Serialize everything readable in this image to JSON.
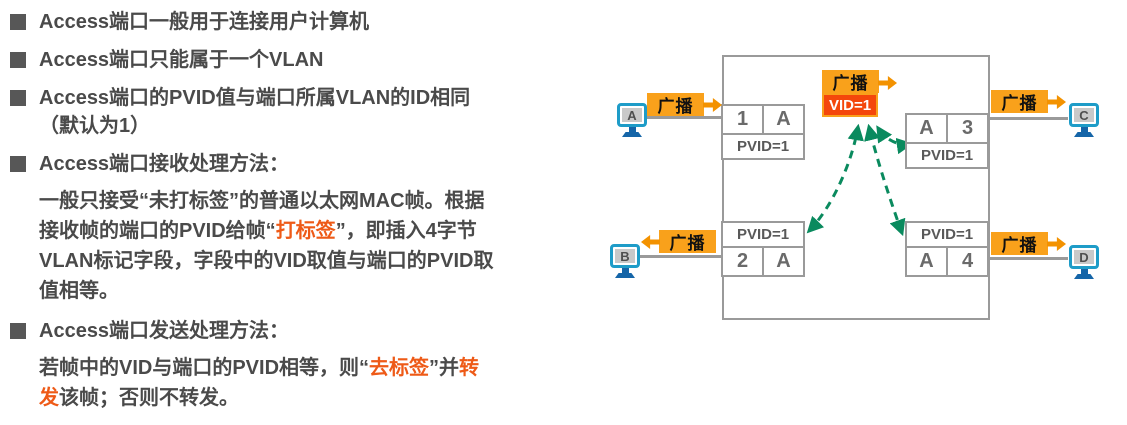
{
  "colors": {
    "text": "#4a4a4a",
    "highlight_orange": "#ee5a17",
    "bullet_square": "#575757",
    "frame_amber": "#f9a11b",
    "arrow_orange": "#f39200",
    "vid_red": "#f4470b",
    "flow_green": "#0a8a5e",
    "border_gray": "#9a9a9a",
    "monitor_teal": "#1e9cc8",
    "monitor_blue": "#1565a8"
  },
  "bullets": [
    {
      "level": "bullet",
      "segments": [
        {
          "t": "Access端口一般用于连接用户计算机"
        }
      ]
    },
    {
      "level": "bullet",
      "segments": [
        {
          "t": "Access端口只能属于一个VLAN"
        }
      ]
    },
    {
      "level": "bullet",
      "segments": [
        {
          "t": "Access端口的PVID值与端口所属VLAN的ID相同（默认为1）"
        }
      ]
    },
    {
      "level": "bullet",
      "segments": [
        {
          "t": "Access端口接收处理方法："
        }
      ]
    },
    {
      "level": "sub",
      "segments": [
        {
          "t": "一般只接受“未打标签”的普通以太网MAC帧。根据接收帧的端口的PVID给帧“"
        },
        {
          "t": "打标签",
          "hl": true
        },
        {
          "t": "”，即插入4字节VLAN标记字段，字段中的VID取值与端口的PVID取值相等。"
        }
      ]
    },
    {
      "level": "bullet",
      "segments": [
        {
          "t": "Access端口发送处理方法："
        }
      ]
    },
    {
      "level": "sub",
      "segments": [
        {
          "t": "若帧中的VID与端口的PVID相等，则“"
        },
        {
          "t": "去标签",
          "hl": true
        },
        {
          "t": "”并"
        },
        {
          "t": "转发",
          "hl": true
        },
        {
          "t": "该帧；否则不转发。"
        }
      ]
    }
  ],
  "diagram": {
    "hosts": [
      {
        "name": "A",
        "frame_label": "广播"
      },
      {
        "name": "B",
        "frame_label": "广播"
      },
      {
        "name": "C",
        "frame_label": "广播"
      },
      {
        "name": "D",
        "frame_label": "广播"
      }
    ],
    "center_frame": {
      "label": "广播",
      "vid": "VID=1"
    },
    "ports": {
      "p1": {
        "num": "1",
        "vlan": "A",
        "pvid": "PVID=1"
      },
      "p2": {
        "num": "2",
        "vlan": "A",
        "pvid": "PVID=1"
      },
      "p3": {
        "num": "3",
        "vlan": "A",
        "pvid": "PVID=1"
      },
      "p4": {
        "num": "4",
        "vlan": "A",
        "pvid": "PVID=1"
      }
    }
  }
}
